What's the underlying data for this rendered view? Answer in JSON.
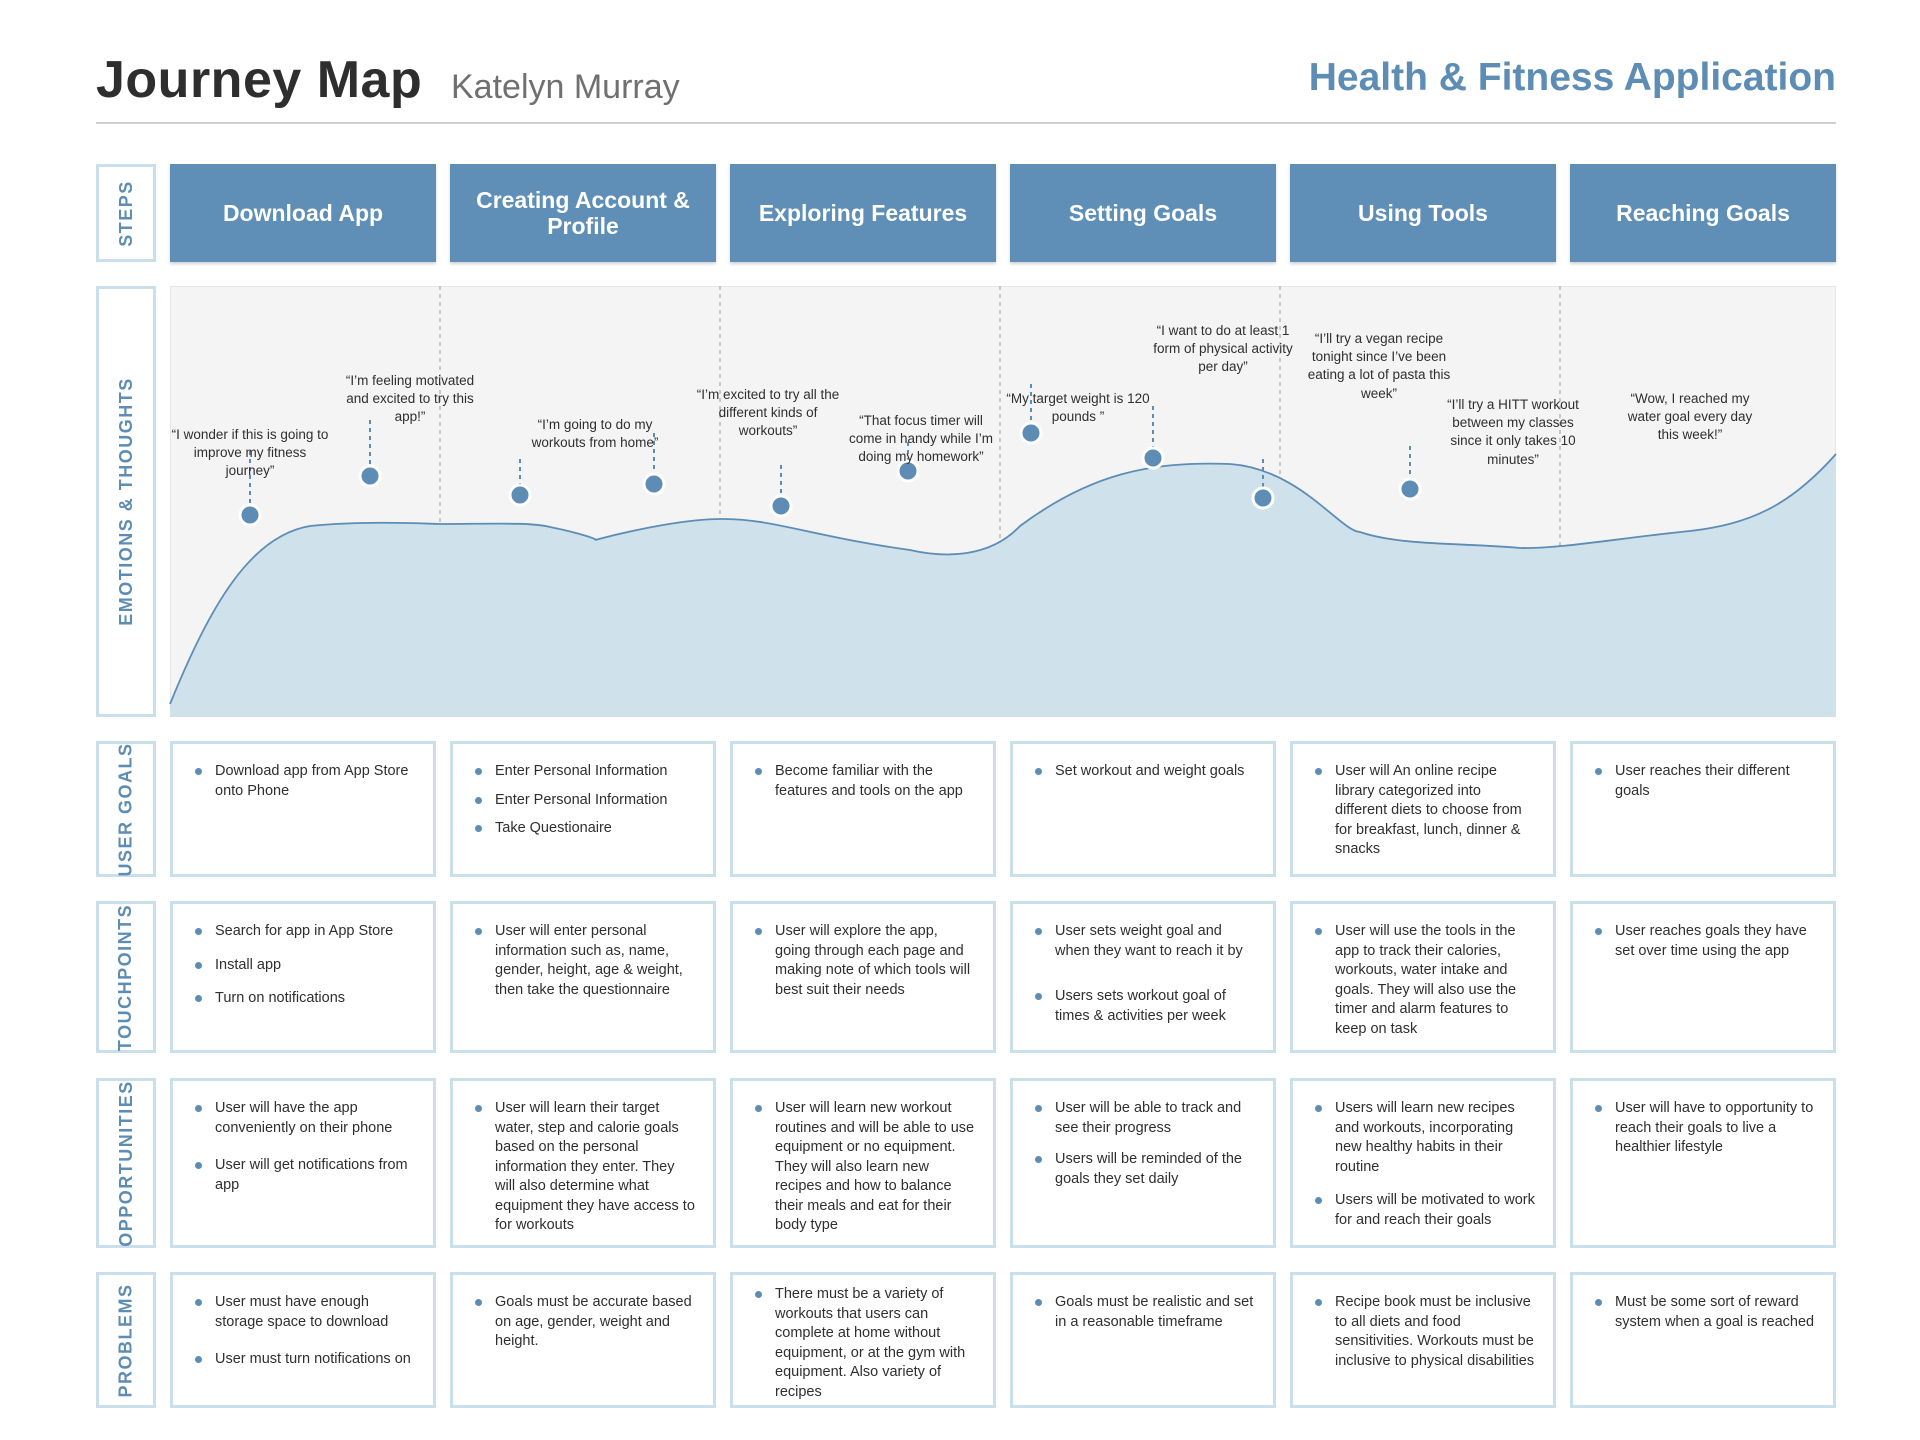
{
  "header": {
    "title": "Journey Map",
    "user_name": "Katelyn Murray",
    "app_title": "Health & Fitness Application"
  },
  "row_labels": {
    "steps": "STEPS",
    "emotions": "EMOTIONS & THOUGHTS",
    "user_goals": "USER GOALS",
    "touchpoints": "TOUCHPOINTS",
    "opportunities": "OPPORTUNITIES",
    "problems": "PROBLEMS"
  },
  "steps": [
    "Download App",
    "Creating Account & Profile",
    "Exploring Features",
    "Setting Goals",
    "Using Tools",
    "Reaching Goals"
  ],
  "emotion_quotes": [
    "“I wonder if this is going to improve my fitness journey”",
    "“I’m feeling motivated and excited to try this app!”",
    "“I’m going to do my workouts from home”",
    "“I’m excited to try all the different kinds of workouts”",
    "“That focus timer will come in handy while I’m doing my homework”",
    "“My target weight is 120 pounds ”",
    "“I want to do at least 1 form of physical activity per day”",
    "“I’ll try a vegan recipe tonight since I’ve been eating a lot of pasta this week”",
    "“I’ll try a HITT workout between my classes since it only takes 10 minutes”",
    "“Wow, I reached my water goal every day this week!”"
  ],
  "user_goals": [
    [
      "Download app from App Store onto Phone"
    ],
    [
      "Enter Personal Information",
      "Enter Personal Information",
      "Take Questionaire"
    ],
    [
      "Become familiar with the features and tools on the app"
    ],
    [
      "Set workout and weight goals"
    ],
    [
      "User will An online recipe library categorized into different diets to choose from for breakfast, lunch, dinner & snacks"
    ],
    [
      "User reaches their different goals"
    ]
  ],
  "touchpoints": [
    [
      "Search for app in App Store",
      "Install app",
      "Turn on notifications"
    ],
    [
      "User will enter personal information such as, name, gender, height, age & weight, then take the questionnaire"
    ],
    [
      "User will explore the app, going through each page and making note of which tools will best suit their needs"
    ],
    [
      "User sets weight goal and when they want to reach it by",
      "Users sets workout goal of times & activities per week"
    ],
    [
      "User will use the tools in the app to track their calories, workouts, water intake and goals. They will also use the timer and alarm features to keep on task"
    ],
    [
      "User reaches goals they have set over time using the app"
    ]
  ],
  "opportunities": [
    [
      "User will have the app conveniently on their phone",
      "User will get notifications from app"
    ],
    [
      "User will learn their target water, step and calorie goals based on the personal information they enter. They will also determine what equipment they have access to for workouts"
    ],
    [
      "User will learn new workout routines and will be able to use equipment or no equipment. They will also learn new recipes and  how to balance their meals and eat for their body type"
    ],
    [
      "User will be able to track and see their progress",
      "Users will be reminded of the goals they set daily"
    ],
    [
      "Users will learn new recipes and workouts, incorporating new healthy habits in their routine",
      "Users will be motivated to work for and reach their goals"
    ],
    [
      "User will have to opportunity to reach their goals to live a healthier lifestyle"
    ]
  ],
  "problems": [
    [
      "User must have enough storage space to download",
      "User must turn notifications on"
    ],
    [
      "Goals must be accurate based on age, gender, weight and height."
    ],
    [
      "There must be a variety of workouts that users can complete at home without equipment, or at the gym with equipment. Also variety of recipes"
    ],
    [
      "Goals must be realistic and set in a reasonable timeframe"
    ],
    [
      "Recipe book must be inclusive to all diets and food sensitivities. Workouts must be inclusive to physical disabilities"
    ],
    [
      "Must be some sort of reward system when a goal is reached"
    ]
  ],
  "colors": {
    "step_fill": "#5f8fb6",
    "accent": "#5d8db5",
    "area_fill": "#cfe1ea",
    "label_border": "#c9dfeb"
  },
  "icons": {
    "marker": "emotion-point-icon",
    "bullet": "bullet-dot-icon"
  }
}
